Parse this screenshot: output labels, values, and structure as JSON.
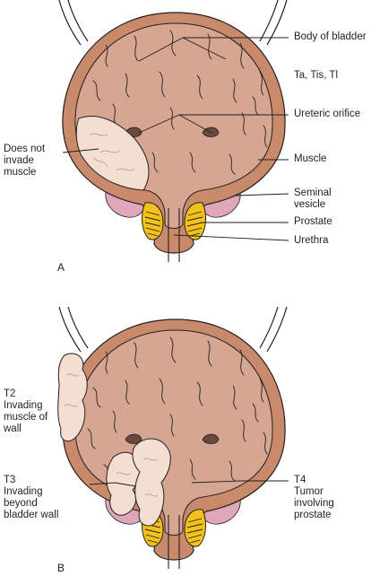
{
  "panel_a": {
    "letter": "A",
    "labels": {
      "body_of_bladder": "Body of bladder",
      "ta_tis_t1": "Ta, Tis, Tl",
      "ureteric_orifice": "Ureteric orifice",
      "does_not_invade": "Does not\ninvade\nmuscle",
      "muscle": "Muscle",
      "seminal_vesicle": "Seminal\nvesicle",
      "prostate": "Prostate",
      "urethra": "Urethra"
    }
  },
  "panel_b": {
    "letter": "B",
    "labels": {
      "t2": "T2\nInvading\nmuscle of\nwall",
      "t3": "T3\nInvading\nbeyond\nbladder wall",
      "t4": "T4\nTumor\ninvolving\nprostate"
    }
  },
  "colors": {
    "bladder_wall": "#c98a6c",
    "bladder_lumen": "#d7a693",
    "tumor": "#f4ded2",
    "prostate": "#f2c21a",
    "seminal_vesicle": "#dfa7b9",
    "line": "#231f20"
  }
}
